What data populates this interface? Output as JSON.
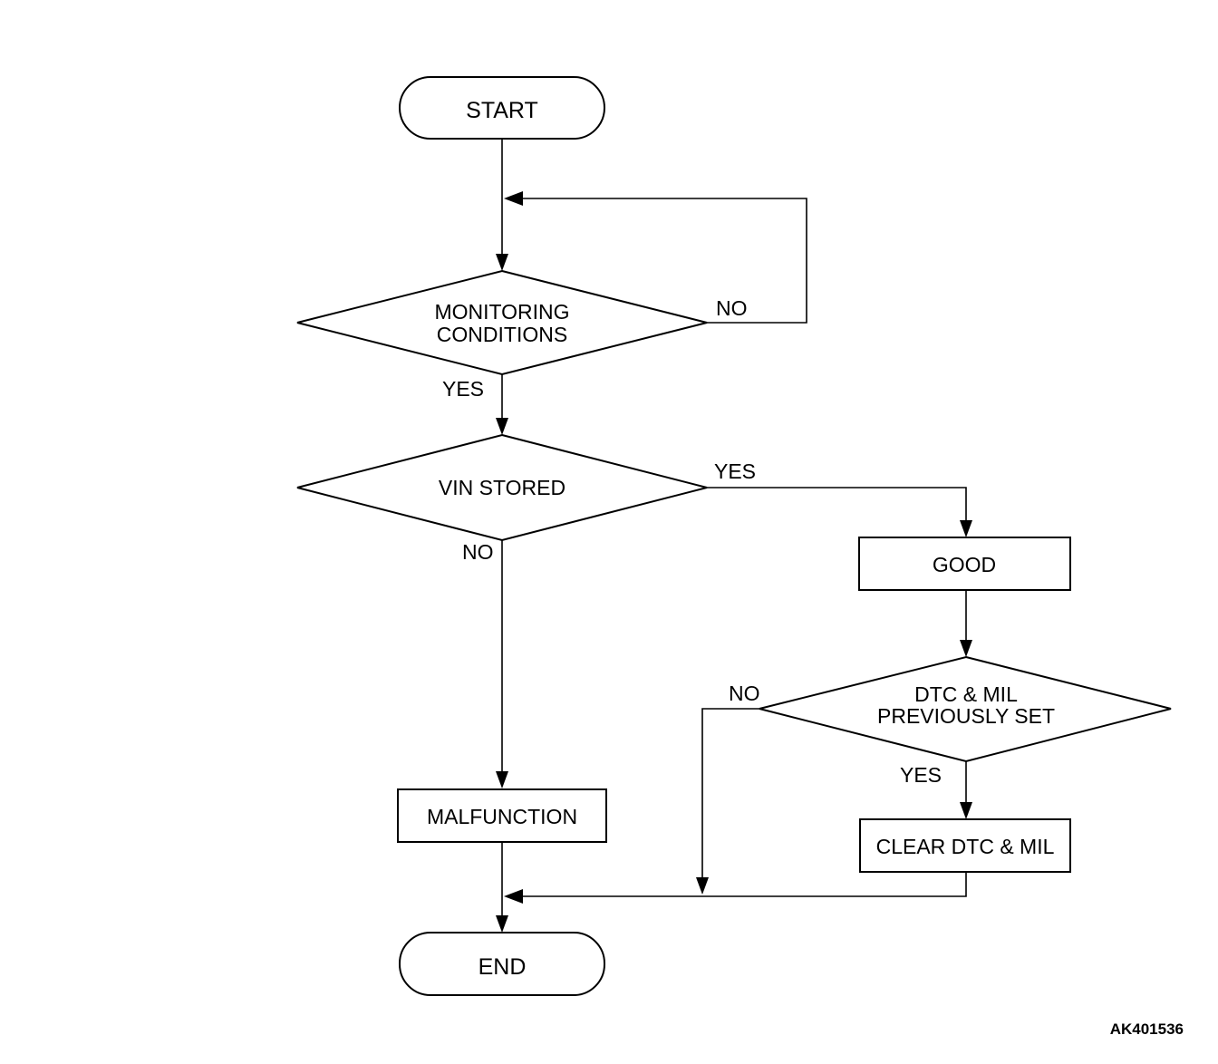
{
  "flowchart": {
    "start": "START",
    "end": "END",
    "monitoring": {
      "line1": "MONITORING",
      "line2": "CONDITIONS"
    },
    "vin_stored": "VIN STORED",
    "good": "GOOD",
    "dtc_mil": {
      "line1": "DTC & MIL",
      "line2": "PREVIOUSLY SET"
    },
    "malfunction": "MALFUNCTION",
    "clear": "CLEAR DTC & MIL",
    "branch_labels": {
      "monitoring_no": "NO",
      "monitoring_yes": "YES",
      "vin_yes": "YES",
      "vin_no": "NO",
      "dtc_no": "NO",
      "dtc_yes": "YES"
    }
  },
  "reference_code": "AK401536"
}
